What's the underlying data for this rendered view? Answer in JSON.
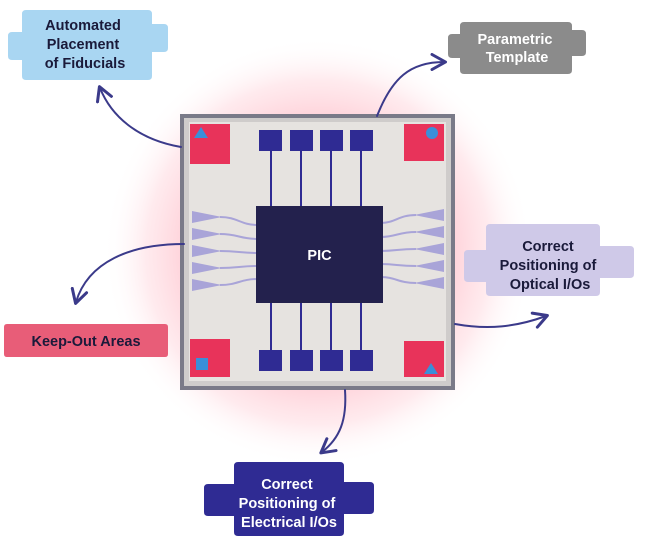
{
  "chip": {
    "label": "PIC"
  },
  "callouts": {
    "fiducials": {
      "lines": [
        "Automated",
        "Placement",
        "of Fiducials"
      ],
      "fill": "#a9d6f2",
      "text_color": "#1a1a3a"
    },
    "parametric": {
      "lines": [
        "Parametric",
        "Template"
      ],
      "fill": "#8b8b8b",
      "text_color": "#ffffff"
    },
    "optical": {
      "lines": [
        "Correct",
        "Positioning of",
        "Optical I/Os"
      ],
      "fill": "#cfc9e8",
      "text_color": "#1a1a3a"
    },
    "keepout": {
      "lines": [
        "Keep-Out Areas"
      ],
      "fill": "#e85d78",
      "text_color": "#1a1a3a"
    },
    "electrical": {
      "lines": [
        "Correct",
        "Positioning of",
        "Electrical I/Os"
      ],
      "fill": "#2f2b93",
      "text_color": "#ffffff"
    }
  },
  "colors": {
    "glow": "#ff5f7a",
    "chip_border": "#6e6e7c",
    "chip_bg": "#e4e1de",
    "pic_die": "#23214d",
    "pads": "#2f2b93",
    "fiducial_squares": "#e8335a",
    "fiducial_marks": "#3a8fd9",
    "optical_waveguides": "#a9a4d8",
    "arrows": "#3b3a8a"
  }
}
